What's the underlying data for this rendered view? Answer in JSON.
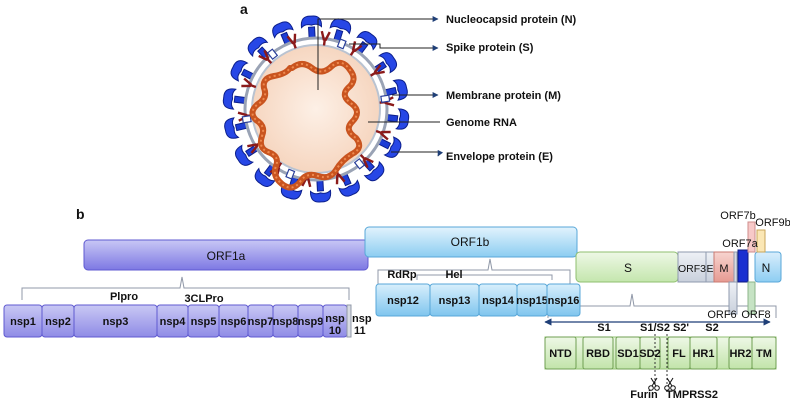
{
  "panel_a": {
    "label": "a",
    "callouts": [
      {
        "key": "n",
        "text": "Nucleocapsid protein (N)"
      },
      {
        "key": "s",
        "text": "Spike protein (S)"
      },
      {
        "key": "m",
        "text": "Membrane protein (M)"
      },
      {
        "key": "rna",
        "text": "Genome RNA"
      },
      {
        "key": "e",
        "text": "Envelope protein (E)"
      }
    ]
  },
  "panel_b": {
    "label": "b",
    "orf1a": "ORF1a",
    "orf1b": "ORF1b",
    "structural": {
      "s": "S",
      "orf3": "ORF3",
      "e": "E",
      "m": "M",
      "orf6": "ORF6",
      "orf7a": "ORF7a",
      "orf7b": "ORF7b",
      "orf8": "ORF8",
      "n": "N",
      "orf9b": "ORF9b"
    },
    "group_labels": {
      "plpro": "Plpro",
      "clpro": "3CLPro",
      "rdrp": "RdRp",
      "hel": "Hel"
    },
    "nsp_1a": [
      "nsp1",
      "nsp2",
      "nsp3",
      "nsp4",
      "nsp5",
      "nsp6",
      "nsp7",
      "nsp8",
      "nsp9"
    ],
    "nsp10_a": "nsp",
    "nsp10_b": "10",
    "nsp11_a": "nsp",
    "nsp11_b": "11",
    "nsp_1b": [
      "nsp12",
      "nsp13",
      "nsp14",
      "nsp15",
      "nsp16"
    ],
    "spike_regions": {
      "s1": "S1",
      "s1s2": "S1/S2",
      "s2p": "S2'",
      "s2": "S2"
    },
    "spike_domains": [
      "NTD",
      "RBD",
      "SD1",
      "SD2",
      "FL",
      "HR1",
      "HR2",
      "TM"
    ],
    "proteases": {
      "furin": "Furin",
      "tmprss2": "TMPRSS2"
    }
  }
}
